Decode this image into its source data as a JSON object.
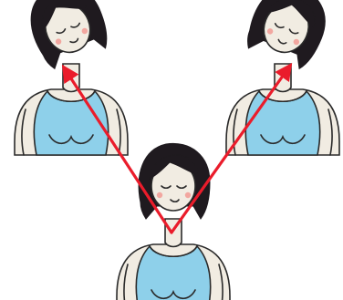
{
  "colors": {
    "hair": "#1f1a1f",
    "skin": "#f1ece2",
    "top": "#8ed0ea",
    "outline": "#2a2a2a",
    "cheek": "#f2a7a0",
    "arrow": "#ea1c2b"
  },
  "figures": [
    {
      "name": "figure-top-left",
      "pose": "head-tilted-left"
    },
    {
      "name": "figure-top-right",
      "pose": "head-tilted-right"
    },
    {
      "name": "figure-bottom-center",
      "pose": "chin-down"
    }
  ],
  "arrows": [
    {
      "name": "arrow-to-left-icon",
      "direction": "up-left"
    },
    {
      "name": "arrow-to-right-icon",
      "direction": "up-right"
    }
  ]
}
